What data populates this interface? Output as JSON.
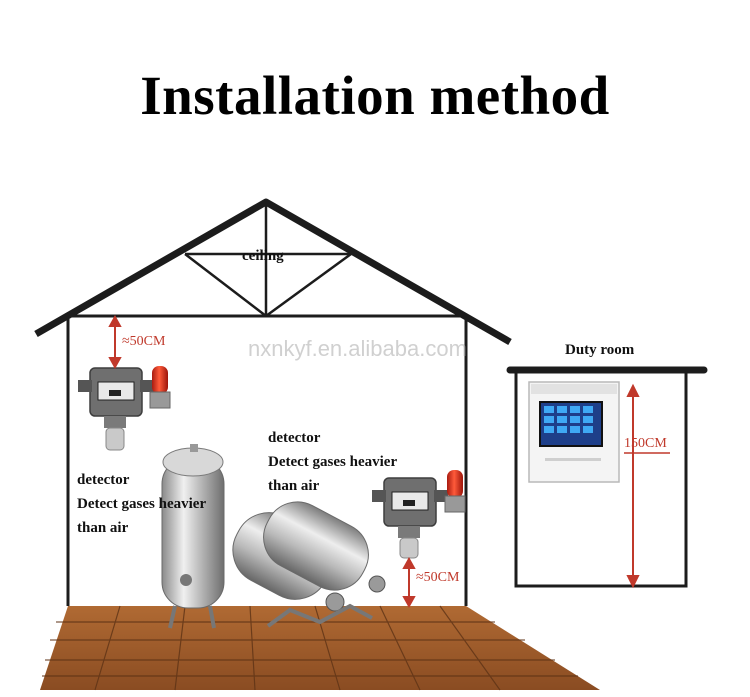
{
  "title": "Installation method",
  "labels": {
    "ceiling": "ceiling",
    "duty_room": "Duty room",
    "watermark": "nxnkyf.en.alibaba.com"
  },
  "detector_left": {
    "line1": "detector",
    "line2": "Detect gases heavier",
    "line3": "than air"
  },
  "detector_middle": {
    "line1": "detector",
    "line2": "Detect gases heavier",
    "line3": "than air"
  },
  "measurements": {
    "top_distance": "≈50CM",
    "bottom_distance": "≈50CM",
    "panel_height": "150CM"
  },
  "colors": {
    "roof": "#1c1c1c",
    "measure_red": "#c0392b",
    "floor_wood": "#9c5a2c",
    "screen_blue": "#1e3f8a"
  }
}
